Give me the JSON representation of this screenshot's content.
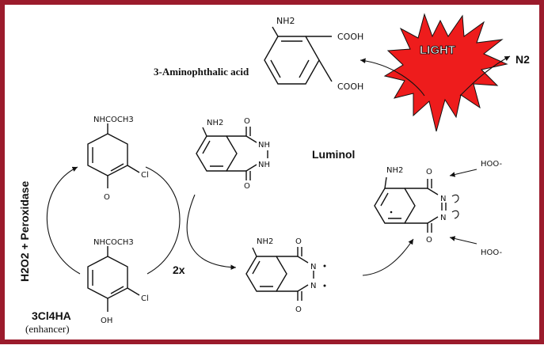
{
  "colors": {
    "frame": "#9b1b2c",
    "burst": "#ee1c1c"
  },
  "top": {
    "compound_name": "3-Aminophthalic acid",
    "nh2": "NH2",
    "cooh_top": "COOH",
    "cooh_bottom": "COOH",
    "light": "LIGHT",
    "n2": "N2"
  },
  "left_cycle": {
    "radical_top_substituent": "NHCOCH3",
    "radical_cl": "Cl",
    "radical_o": "O",
    "phenol_substituent": "NHCOCH3",
    "phenol_cl": "Cl",
    "phenol_oh": "OH",
    "reagents": "H2O2 + Peroxidase",
    "enhancer_name": "3Cl4HA",
    "enhancer_label": "(enhancer)"
  },
  "luminol": {
    "nh2": "NH2",
    "nh_top": "NH",
    "nh_bottom": "NH",
    "o_top": "O",
    "o_bottom": "O",
    "name": "Luminol"
  },
  "radical": {
    "nh2": "NH2",
    "n_top": "N",
    "n_bottom": "N",
    "o_top": "O",
    "o_bottom": "O",
    "multiplier": "2x"
  },
  "diazaquinone": {
    "nh2": "NH2",
    "n_top": "N",
    "n_bottom": "N",
    "o_top": "O",
    "o_bottom": "O",
    "hoo_top": "HOO-",
    "hoo_bottom": "HOO-"
  },
  "icons": [
    "starburst-icon"
  ]
}
